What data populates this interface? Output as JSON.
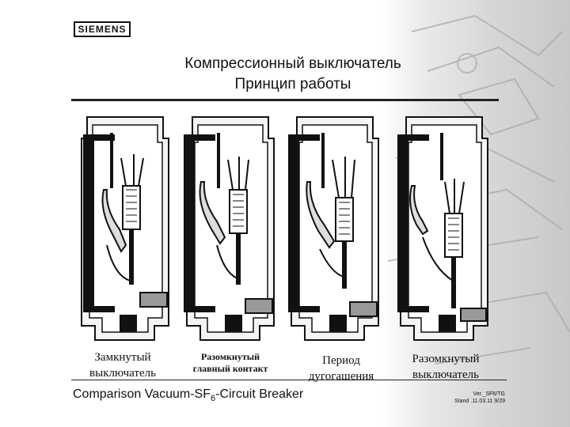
{
  "logo": {
    "text": "SIEMENS"
  },
  "title": {
    "line1": "Компрессионный выключатель",
    "line2": "Принцип работы"
  },
  "captions": [
    {
      "line1": "Замкнутый",
      "line2": "выключатель"
    },
    {
      "line1": "Разомкнутый",
      "line2": "главный контакт"
    },
    {
      "line1": "Период",
      "line2": "дугогашения"
    },
    {
      "line1": "Разомкнутый",
      "line2": "выключатель"
    }
  ],
  "footer": {
    "text_before": "Comparison Vacuum-SF",
    "subscript": "6",
    "text_after": "-Circuit Breaker",
    "version_line1": "Ver._SF6/TG",
    "version_line2": "Stand .11.03.11 9/29"
  },
  "colors": {
    "ink": "#111111",
    "background": "#ffffff",
    "decor": "#d0d0d0"
  }
}
